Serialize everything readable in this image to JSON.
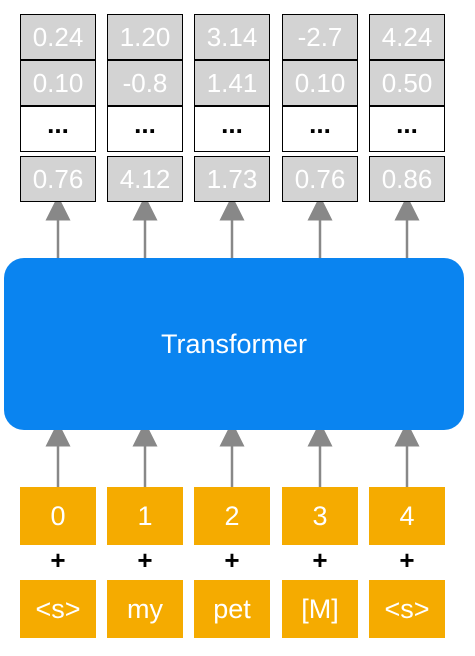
{
  "output_columns": [
    {
      "values": [
        "0.24",
        "0.10",
        "...",
        "0.76"
      ]
    },
    {
      "values": [
        "1.20",
        "-0.8",
        "...",
        "4.12"
      ]
    },
    {
      "values": [
        "3.14",
        "1.41",
        "...",
        "1.73"
      ]
    },
    {
      "values": [
        "-2.7",
        "0.10",
        "...",
        "0.76"
      ]
    },
    {
      "values": [
        "4.24",
        "0.50",
        "...",
        "0.86"
      ]
    }
  ],
  "transformer_label": "Transformer",
  "positions": [
    "0",
    "1",
    "2",
    "3",
    "4"
  ],
  "plus_sign": "+",
  "tokens": [
    "<s>",
    "my",
    "pet",
    "[M]",
    "<s>"
  ],
  "colors": {
    "cell_fill": "#d3d3d3",
    "transformer_fill": "#0a84f0",
    "input_fill": "#f5ab00",
    "arrow": "#888888"
  }
}
